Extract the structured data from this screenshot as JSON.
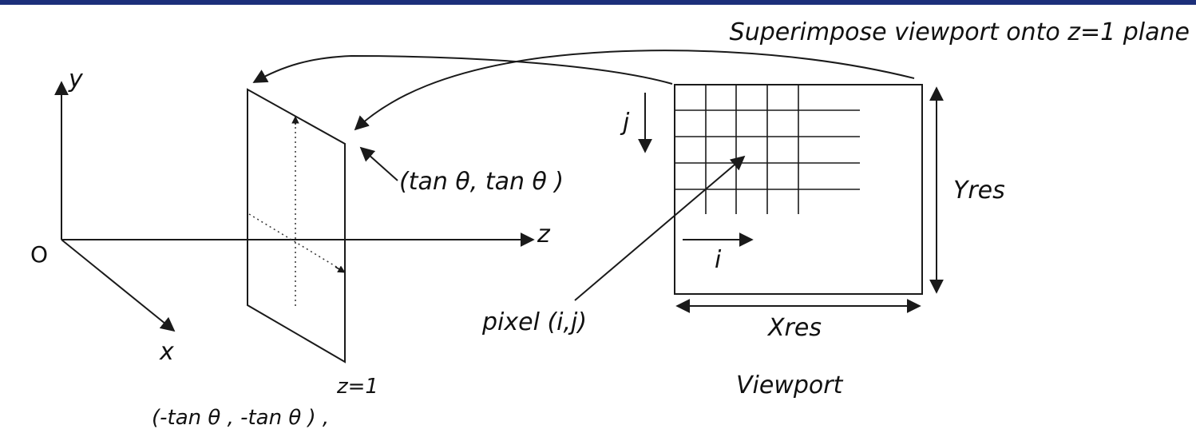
{
  "labels": {
    "title": "Superimpose viewport onto z=1 plane",
    "axis_y": "y",
    "axis_z": "z",
    "axis_x": "x",
    "origin": "O",
    "corner_top": "(tan  θ, tan θ  )",
    "corner_bottom": "(-tan  θ , -tan θ  ) ,",
    "plane": "z=1",
    "j": "j",
    "i": "i",
    "yres": "Yres",
    "xres": "Xres",
    "pixel": "pixel (i,j)",
    "viewport": "Viewport"
  },
  "colors": {
    "top_bar": "#1c2f7a",
    "ink": "#1a1a1a"
  }
}
